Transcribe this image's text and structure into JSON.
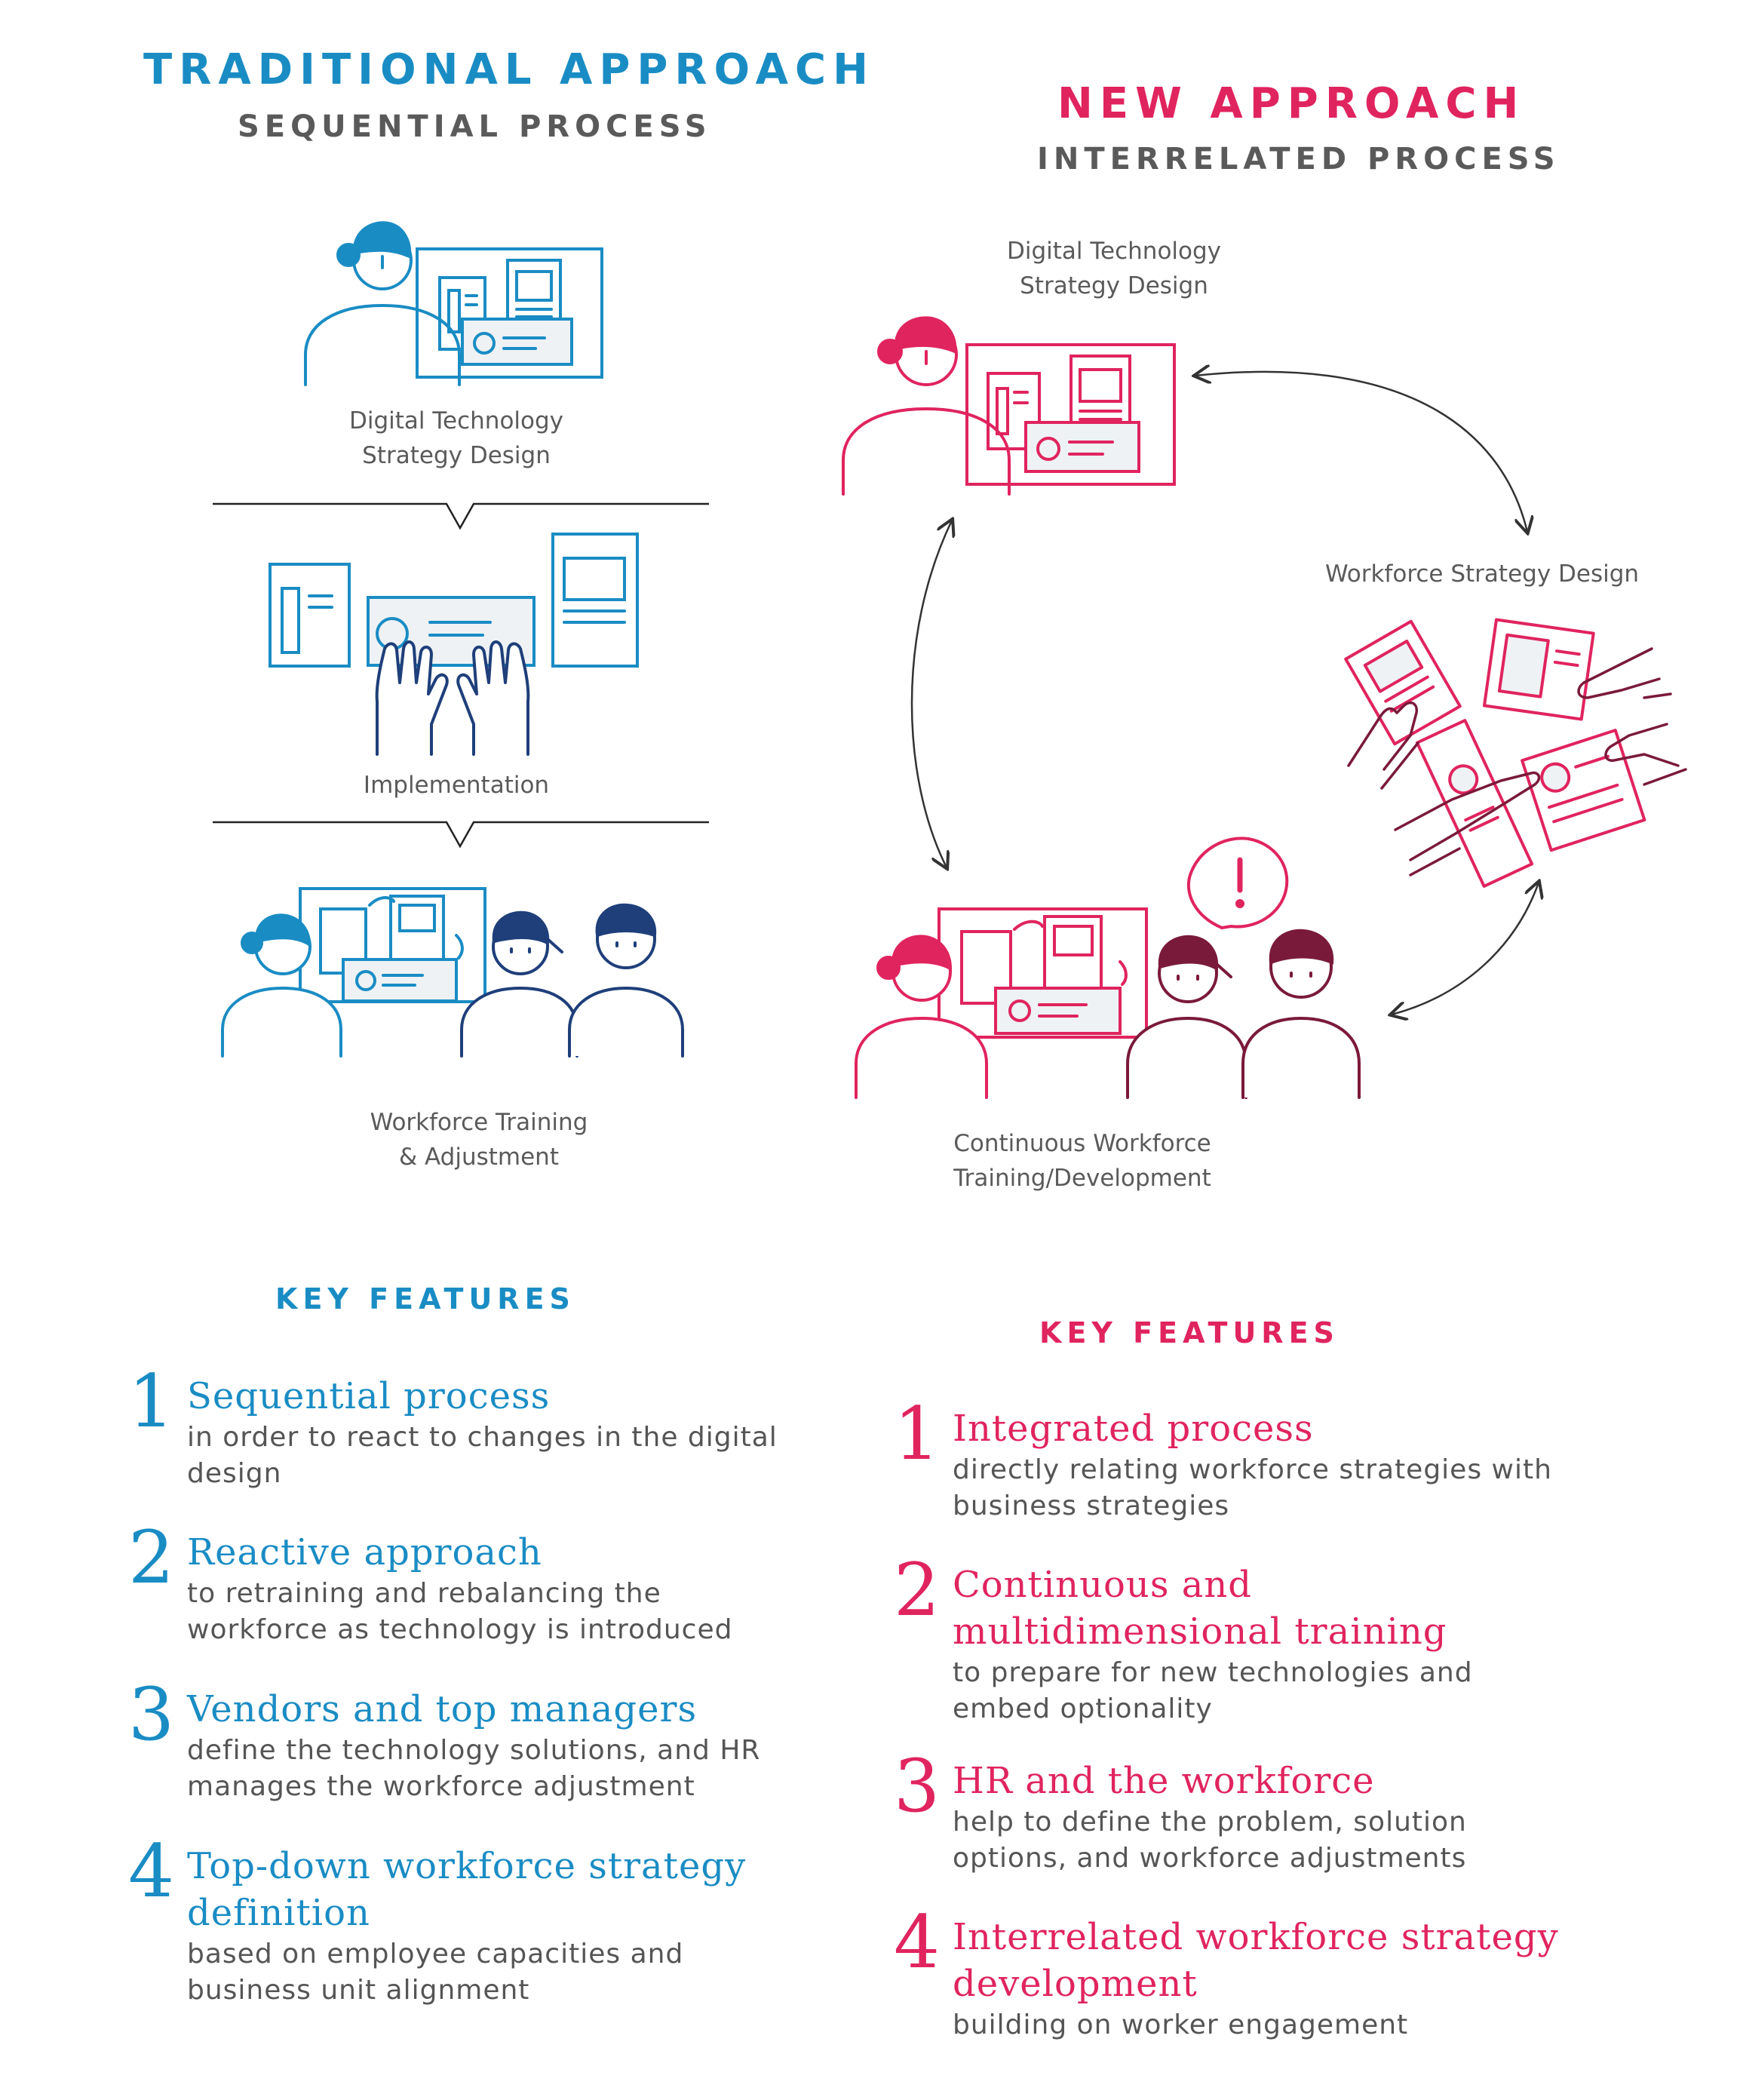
{
  "traditional": {
    "title": "TRADITIONAL APPROACH",
    "subtitle": "SEQUENTIAL PROCESS",
    "steps": [
      {
        "line1": "Digital Technology",
        "line2": "Strategy Design"
      },
      {
        "line1": "Implementation",
        "line2": ""
      },
      {
        "line1": "Workforce Training",
        "line2": "& Adjustment"
      }
    ],
    "key_features_title": "KEY FEATURES",
    "features": [
      {
        "num": "1",
        "title": [
          "Sequential process"
        ],
        "desc": [
          "in order to react to changes in the digital",
          "design"
        ]
      },
      {
        "num": "2",
        "title": [
          "Reactive approach"
        ],
        "desc": [
          "to retraining and rebalancing the",
          "workforce as technology is introduced"
        ]
      },
      {
        "num": "3",
        "title": [
          "Vendors and top managers"
        ],
        "desc": [
          "define the technology solutions, and HR",
          "manages the workforce adjustment"
        ]
      },
      {
        "num": "4",
        "title": [
          "Top-down workforce strategy",
          "definition"
        ],
        "desc": [
          "based on employee capacities and",
          "business unit alignment"
        ]
      }
    ]
  },
  "new": {
    "title": "NEW APPROACH",
    "subtitle": "INTERRELATED PROCESS",
    "steps": [
      {
        "line1": "Digital Technology",
        "line2": "Strategy Design"
      },
      {
        "line1": "Workforce Strategy Design",
        "line2": ""
      },
      {
        "line1": "Continuous Workforce",
        "line2": "Training/Development"
      }
    ],
    "key_features_title": "KEY FEATURES",
    "features": [
      {
        "num": "1",
        "title": [
          "Integrated process"
        ],
        "desc": [
          "directly relating workforce strategies with",
          "business strategies"
        ]
      },
      {
        "num": "2",
        "title": [
          "Continuous and",
          "multidimensional training"
        ],
        "desc": [
          "to prepare for new technologies and",
          "embed optionality"
        ]
      },
      {
        "num": "3",
        "title": [
          "HR and the workforce"
        ],
        "desc": [
          "help to define the problem, solution",
          "options, and workforce adjustments"
        ]
      },
      {
        "num": "4",
        "title": [
          "Interrelated workforce strategy",
          "development"
        ],
        "desc": [
          "building on worker engagement"
        ]
      }
    ]
  },
  "colors": {
    "traditional_accent": "#1a8cc4",
    "traditional_dark": "#1f3f7a",
    "new_accent": "#e0245e",
    "new_dark": "#7a1a3a",
    "text_gray": "#5a5a5a"
  }
}
